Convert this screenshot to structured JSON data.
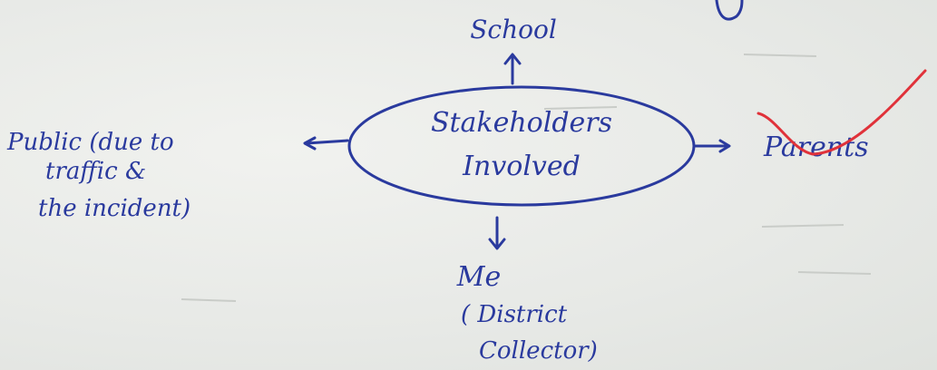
{
  "diagram": {
    "center": {
      "line1": "Stakeholders",
      "line2": "Involved"
    },
    "top": {
      "label": "School"
    },
    "right": {
      "label": "Parents"
    },
    "bottom": {
      "line1": "Me",
      "line2": "( District",
      "line3": "Collector)"
    },
    "left": {
      "line1": "Public (due to",
      "line2": "traffic &",
      "line3": "the incident)"
    },
    "ink_color": "#2a3a9e",
    "mark_color": "#e0323a"
  }
}
